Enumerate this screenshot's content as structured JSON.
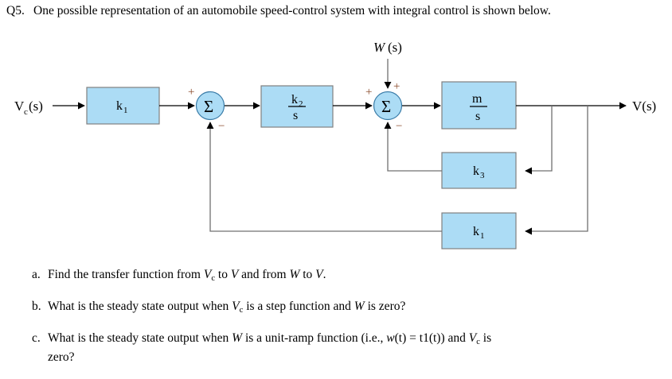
{
  "question": {
    "number": "Q5.",
    "text": "One possible representation of an automobile speed-control system with integral control is shown below."
  },
  "diagram": {
    "type": "block-diagram",
    "colors": {
      "block_fill": "#ACDCF5",
      "block_stroke": "#808080",
      "line": "#000000",
      "feedback_line": "#808080",
      "sign_plus": "#8a4a2a",
      "sign_minus": "#8a4a2a",
      "label_text": "#000000"
    },
    "input_label": "V",
    "input_sub": "c",
    "input_suffix": "(s)",
    "disturbance_label": "W(s)",
    "output_label": "V(s)",
    "blocks": [
      {
        "name": "gain-k1-forward",
        "num": "k",
        "sub": "1",
        "den": ""
      },
      {
        "name": "gain-k2-over-s",
        "num": "k",
        "sub": "2",
        "den": "s"
      },
      {
        "name": "gain-m-over-s",
        "num": "m",
        "sub": "",
        "den": "s"
      },
      {
        "name": "gain-k3-feedback",
        "num": "k",
        "sub": "3",
        "den": ""
      },
      {
        "name": "gain-k1-feedback",
        "num": "k",
        "sub": "1",
        "den": ""
      }
    ],
    "summers": [
      {
        "name": "summer-1",
        "glyph": "Σ",
        "top_sign": "+",
        "bottom_sign": "−"
      },
      {
        "name": "summer-2",
        "glyph": "Σ",
        "top_sign": "+",
        "second_sign": "+",
        "bottom_sign": "−"
      }
    ]
  },
  "answers": [
    {
      "letter": "a.",
      "parts": [
        {
          "t": "Find the transfer function from "
        },
        {
          "t": "V",
          "style": "italic"
        },
        {
          "t": "c",
          "style": "sub"
        },
        {
          "t": " to "
        },
        {
          "t": "V",
          "style": "italic"
        },
        {
          "t": " and from "
        },
        {
          "t": "W",
          "style": "italic"
        },
        {
          "t": " to "
        },
        {
          "t": "V",
          "style": "italic"
        },
        {
          "t": "."
        }
      ],
      "plain": "Find the transfer function from Vc to V and from W to V."
    },
    {
      "letter": "b.",
      "parts": [
        {
          "t": "What is the steady state output when "
        },
        {
          "t": "V",
          "style": "italic"
        },
        {
          "t": "c",
          "style": "sub"
        },
        {
          "t": " is a step function and "
        },
        {
          "t": "W",
          "style": "italic"
        },
        {
          "t": " is zero?"
        }
      ],
      "plain": "What is the steady state output when Vc is a step function and W is zero?"
    },
    {
      "letter": "c.",
      "parts": [
        {
          "t": "What is the steady state output when "
        },
        {
          "t": "W",
          "style": "italic"
        },
        {
          "t": " is a unit-ramp function (i.e., "
        },
        {
          "t": "w",
          "style": "italic"
        },
        {
          "t": "(t) = t1(t)) and "
        },
        {
          "t": "V",
          "style": "italic"
        },
        {
          "t": "c",
          "style": "sub"
        },
        {
          "t": " is zero?"
        }
      ],
      "plain": "What is the steady state output when W is a unit-ramp function (i.e., w(t) = t1(t)) and Vc is zero?"
    }
  ]
}
